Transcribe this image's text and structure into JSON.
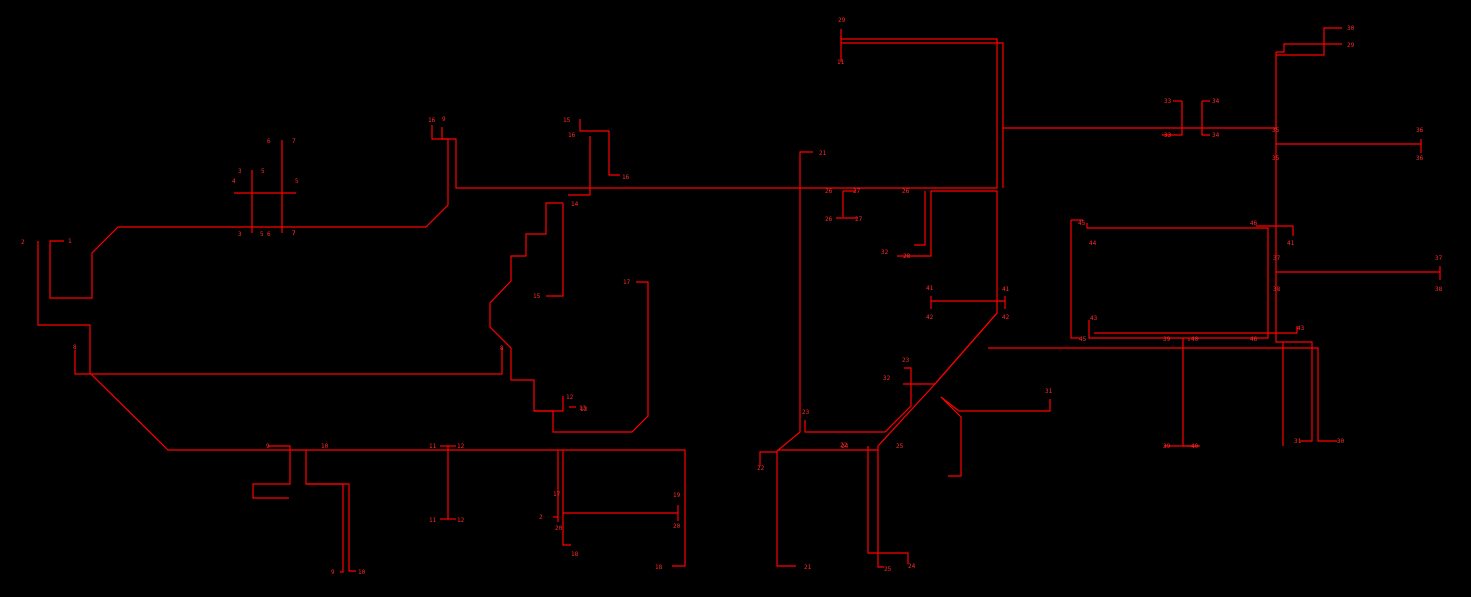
{
  "colors": {
    "background": "#000000",
    "line": "#ff0000",
    "label": "#ff2a2a"
  },
  "labels": [
    "2",
    "1",
    "3",
    "5",
    "4",
    "5",
    "6",
    "7",
    "8",
    "7",
    "3",
    "5",
    "6",
    "7",
    "16",
    "9",
    "15",
    "16",
    "16",
    "14",
    "13",
    "15",
    "8",
    "17",
    "12",
    "13",
    "29",
    "11",
    "21",
    "26",
    "27",
    "26",
    "27",
    "26",
    "32",
    "28",
    "41",
    "41",
    "42",
    "42",
    "23",
    "32",
    "31",
    "22",
    "23",
    "22",
    "21",
    "24",
    "25",
    "25",
    "24",
    "33",
    "34",
    "33",
    "34",
    "30",
    "29",
    "35",
    "35",
    "36",
    "36",
    "45",
    "44",
    "46",
    "41",
    "37",
    "37",
    "38",
    "38",
    "43",
    "43",
    "45",
    "46",
    "39",
    "40",
    "39",
    "40",
    "31",
    "30",
    "9",
    "10",
    "11",
    "12",
    "11",
    "12",
    "9",
    "10",
    "19",
    "17",
    "2",
    "20",
    "20",
    "18",
    "18"
  ]
}
